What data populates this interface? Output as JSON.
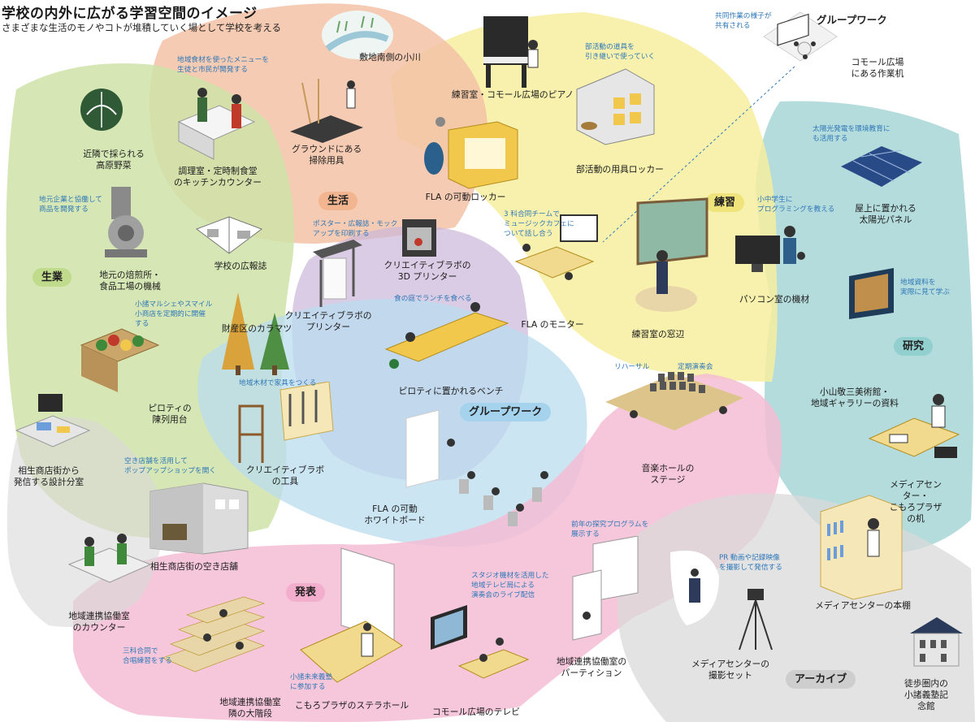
{
  "title": "学校の内外に広がる学習空間のイメージ",
  "subtitle": "さまざまな生活のモノやコトが堆積していく場として学校を考える",
  "colors": {
    "seisan": "#cfe3a8",
    "seikatsu": "#f3c2a6",
    "renshu": "#f6ee9f",
    "kenkyu": "#a8d6d6",
    "group": "#b9dcef",
    "happyo": "#f4bdd3",
    "archive": "#d9d9d9",
    "purple": "#cbb6d9",
    "note_text": "#2f78b8"
  },
  "zones": {
    "seisan": "生業",
    "seikatsu": "生活",
    "renshu": "練習",
    "kenkyu": "研究",
    "group": "グループワーク",
    "happyo": "発表",
    "archive": "アーカイブ"
  },
  "group_work_panel": {
    "label": "グループワーク",
    "note": "共同作業の様子が\n共有される",
    "caption": "コモール広場\nにある作業机"
  },
  "items": [
    {
      "id": "ogawa",
      "caption": "敷地南側の小川",
      "note": ""
    },
    {
      "id": "piano",
      "caption": "練習室・コモール広場のピアノ",
      "note": ""
    },
    {
      "id": "locker-bukatsu",
      "caption": "部活動の用具ロッカー",
      "note": "部活動の道具を\n引き継いで使っていく"
    },
    {
      "id": "yasai",
      "caption": "近隣で採られる\n高原野菜",
      "note": ""
    },
    {
      "id": "kitchen",
      "caption": "調理室・定時制食堂\nのキッチンカウンター",
      "note": "地域食材を使ったメニューを\n生徒と市民が開発する"
    },
    {
      "id": "soji",
      "caption": "グラウンドにある\n掃除用具",
      "note": ""
    },
    {
      "id": "fla-locker",
      "caption": "FLA の可動ロッカー",
      "note": ""
    },
    {
      "id": "solar",
      "caption": "屋上に置かれる\n太陽光パネル",
      "note": "太陽光発電を環境教育に\nも活用する"
    },
    {
      "id": "baisen",
      "caption": "地元の焙煎所・\n食品工場の機械",
      "note": "地元企業と協働して\n商品を開発する"
    },
    {
      "id": "kohoshi",
      "caption": "学校の広報誌",
      "note": ""
    },
    {
      "id": "3dprinter",
      "caption": "クリエイティブラボの\n3D プリンター",
      "note": ""
    },
    {
      "id": "fla-monitor",
      "caption": "FLA のモニター",
      "note": "3 科合同チームで\nミュージックカフェに\nついて話し合う"
    },
    {
      "id": "printer",
      "caption": "クリエイティブラボの\nプリンター",
      "note": "ポスター・広報誌・モック\nアップを印刷する"
    },
    {
      "id": "pc",
      "caption": "パソコン室の機材",
      "note": "小中学生に\nプログラミングを教える"
    },
    {
      "id": "madobe",
      "caption": "練習室の窓辺",
      "note": ""
    },
    {
      "id": "karamatsu",
      "caption": "財産区のカラマツ",
      "note": "地域木材で家具をつくる"
    },
    {
      "id": "bench",
      "caption": "ピロティに置かれるベンチ",
      "note": "食の庭でランチを食べる"
    },
    {
      "id": "piloti-dai",
      "caption": "ピロティの\n陳列用台",
      "note": "小諸マルシェやスマイル\n小商店を定期的に開催\nする"
    },
    {
      "id": "museum",
      "caption": "小山敬三美術館・\n地域ギャラリーの資料",
      "note": "地域資料を\n実際に見て学ぶ"
    },
    {
      "id": "sekkei",
      "caption": "相生商店街から\n発信する設計分室",
      "note": ""
    },
    {
      "id": "kogu",
      "caption": "クリエイティブラボ\nの工具",
      "note": ""
    },
    {
      "id": "hall",
      "caption": "音楽ホールの\nステージ",
      "note": "リハーサル　　　　定期演奏会"
    },
    {
      "id": "media-desk",
      "caption": "メディアセンター・\nこもろプラザの机",
      "note": ""
    },
    {
      "id": "whiteboard",
      "caption": "FLA の可動\nホワイトボード",
      "note": ""
    },
    {
      "id": "akitenpo",
      "caption": "相生商店街の空き店舗",
      "note": "空き店舗を活用して\nポップアップショップを開く"
    },
    {
      "id": "partition",
      "caption": "地域連携協働室の\nパーティション",
      "note": "前年の探究プログラムを\n展示する"
    },
    {
      "id": "counter",
      "caption": "地域連携協働室\nのカウンター",
      "note": ""
    },
    {
      "id": "hondana",
      "caption": "メディアセンターの本棚",
      "note": ""
    },
    {
      "id": "satsuei",
      "caption": "メディアセンターの\n撮影セット",
      "note": "PR 動画や記録映像\nを撮影して発信する"
    },
    {
      "id": "kaidan",
      "caption": "地域連携協働室\n隣の大階段",
      "note": "三科合同で\n合唱練習をする"
    },
    {
      "id": "stella",
      "caption": "こもろプラザのステラホール",
      "note": "小諸未来義塾\nに参加する"
    },
    {
      "id": "tv",
      "caption": "コモール広場のテレビ",
      "note": "スタジオ機材を活用した\n地域テレビ局による\n演奏会のライブ配信"
    },
    {
      "id": "kinenkan",
      "caption": "徒歩圏内の\n小諸義塾記念館",
      "note": ""
    }
  ]
}
